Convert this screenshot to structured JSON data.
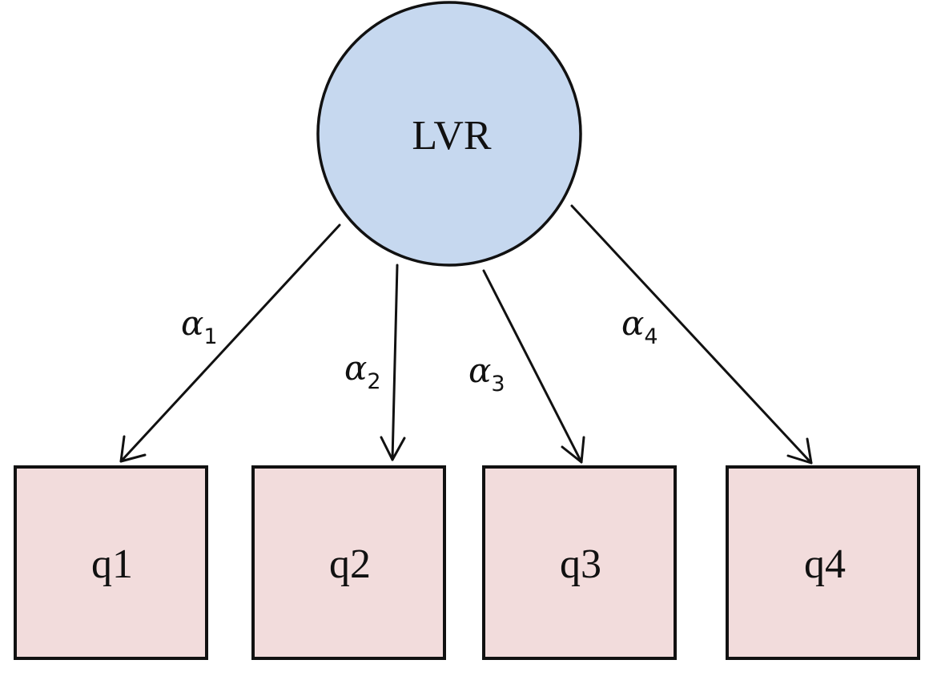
{
  "colors": {
    "latent_fill": "#c6d8ef",
    "indicator_fill": "#f2dcdc",
    "stroke": "#111111"
  },
  "latent": {
    "label": "LVR"
  },
  "indicators": [
    {
      "label": "q1"
    },
    {
      "label": "q2"
    },
    {
      "label": "q3"
    },
    {
      "label": "q4"
    }
  ],
  "loadings": [
    {
      "symbol": "α",
      "subscript": "1"
    },
    {
      "symbol": "α",
      "subscript": "2"
    },
    {
      "symbol": "α",
      "subscript": "3"
    },
    {
      "symbol": "α",
      "subscript": "4"
    }
  ]
}
